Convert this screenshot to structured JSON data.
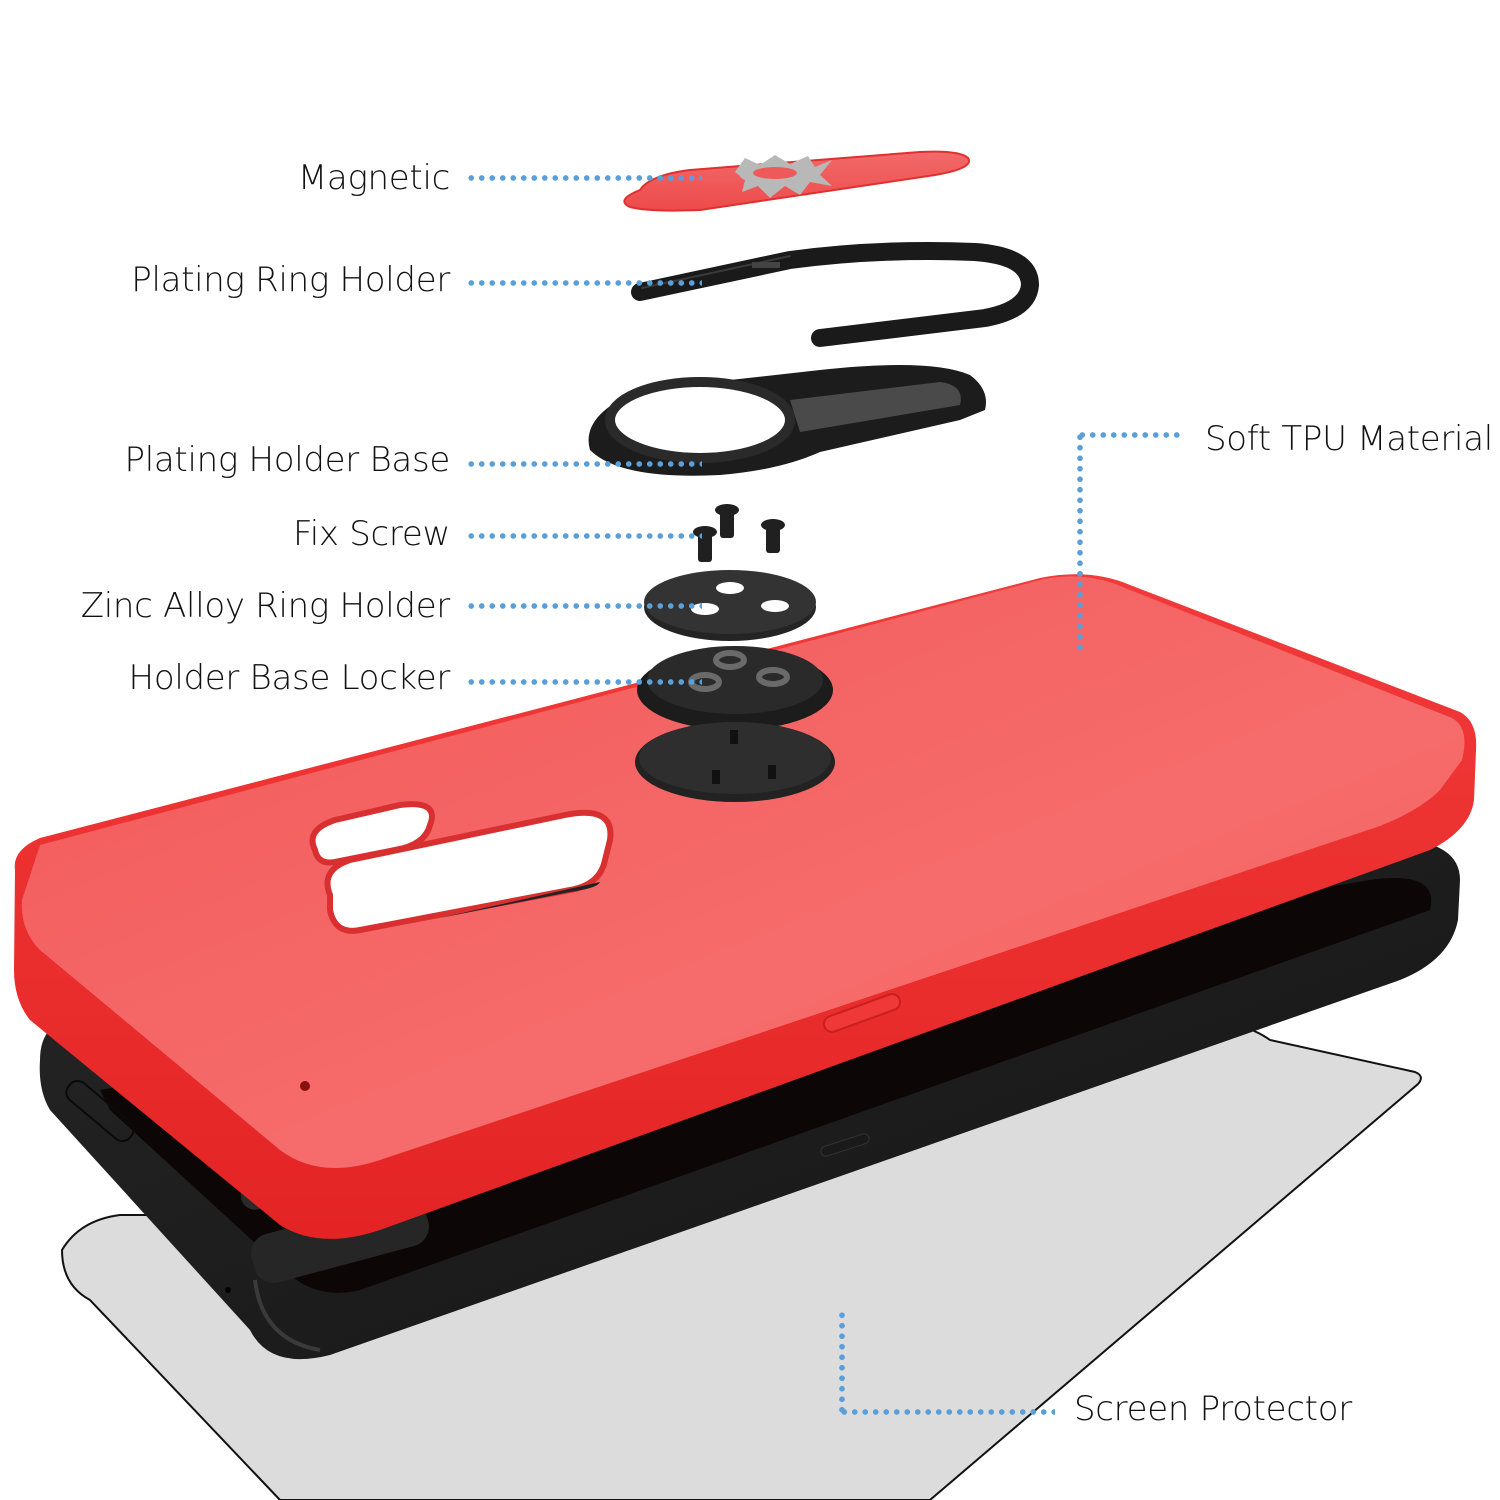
{
  "diagram": {
    "type": "exploded-product-view",
    "subject": "red phone case with ring holder",
    "colors": {
      "case_red": "#f04848",
      "case_red_light": "#f87070",
      "case_red_dark": "#e02828",
      "part_black": "#1e1e1e",
      "phone_black": "#0c0606",
      "screen_protector": "#dcdcdc",
      "leader_dots": "#5a9fd8",
      "label_text": "#111111",
      "logo_gray": "#b8b8b8"
    },
    "labels": [
      {
        "id": "magnetic",
        "text": "Magnetic"
      },
      {
        "id": "plating-ring-holder",
        "text": "Plating Ring Holder"
      },
      {
        "id": "plating-holder-base",
        "text": "Plating Holder Base"
      },
      {
        "id": "fix-screw",
        "text": "Fix Screw"
      },
      {
        "id": "zinc-alloy-ring-holder",
        "text": "Zinc Alloy Ring Holder"
      },
      {
        "id": "holder-base-locker",
        "text": "Holder Base Locker"
      },
      {
        "id": "soft-tpu-material",
        "text": "Soft TPU Material"
      },
      {
        "id": "screen-protector",
        "text": "Screen Protector"
      }
    ]
  }
}
